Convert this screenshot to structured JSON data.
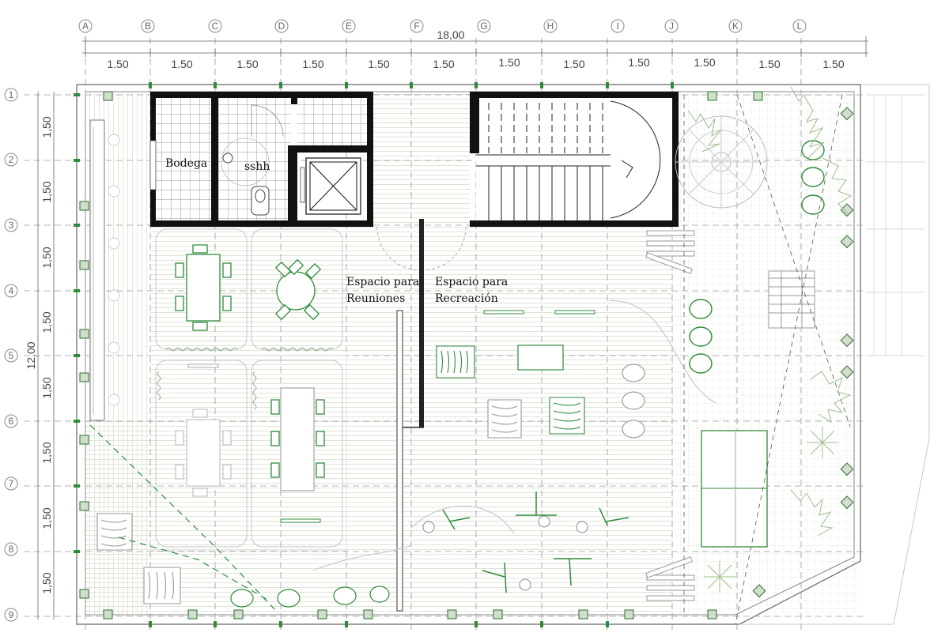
{
  "plan": {
    "total_width_label": "18,00",
    "total_height_label": "12,00",
    "column_labels": [
      "A",
      "B",
      "C",
      "D",
      "E",
      "F",
      "G",
      "H",
      "I",
      "J",
      "K",
      "L"
    ],
    "row_labels": [
      "1",
      "2",
      "3",
      "4",
      "5",
      "6",
      "7",
      "8",
      "9"
    ],
    "column_dims": [
      "1.50",
      "1.50",
      "1.50",
      "1.50",
      "1.50",
      "1.50",
      "1.50",
      "1.50",
      "1.50",
      "1.50",
      "1.50",
      "1.50"
    ],
    "row_dims": [
      "1,50",
      "1,50",
      "1,50",
      "1,50",
      "1,50",
      "1,50",
      "1,50",
      "1,50"
    ]
  },
  "rooms": {
    "bodega": "Bodega",
    "sshh": "sshh",
    "reuniones_line1": "Espacio para",
    "reuniones_line2": "Reuniones",
    "recreacion_line1": "Espacio para",
    "recreacion_line2": "Recreación"
  },
  "colors": {
    "wall": "#111111",
    "furniture_green": "#2e8b3a",
    "floor_lines": "#d7dccb",
    "grid_dash": "#9a9a9a",
    "vegetation": "#9dbf8e"
  }
}
